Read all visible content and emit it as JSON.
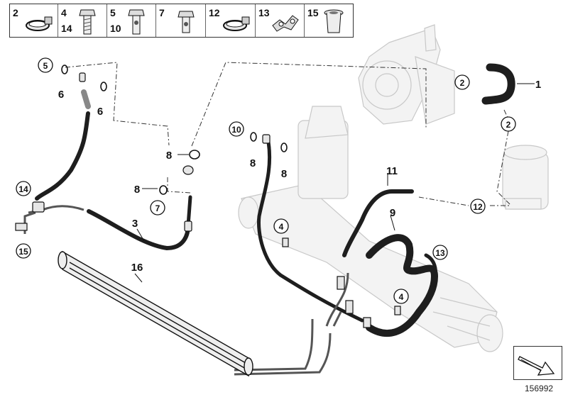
{
  "legend": [
    {
      "numbers": [
        "2"
      ],
      "icon": "hose-clamp-icon"
    },
    {
      "numbers": [
        "4",
        "14"
      ],
      "icon": "hex-bolt-icon"
    },
    {
      "numbers": [
        "5",
        "10"
      ],
      "icon": "banjo-bolt-icon"
    },
    {
      "numbers": [
        "7"
      ],
      "icon": "hollow-bolt-icon"
    },
    {
      "numbers": [
        "12"
      ],
      "icon": "hose-clamp-icon"
    },
    {
      "numbers": [
        "13"
      ],
      "icon": "holder-clip-icon"
    },
    {
      "numbers": [
        "15"
      ],
      "icon": "rivet-nut-icon"
    }
  ],
  "callouts": {
    "c1": "1",
    "c2a": "2",
    "c2b": "2",
    "c3": "3",
    "c4a": "4",
    "c4b": "4",
    "c5": "5",
    "c6a": "6",
    "c6b": "6",
    "c7": "7",
    "c8a": "8",
    "c8b": "8",
    "c8c": "8",
    "c8d": "8",
    "c9": "9",
    "c10": "10",
    "c11": "11",
    "c12": "12",
    "c13": "13",
    "c14": "14",
    "c15": "15",
    "c16": "16"
  },
  "diagram_number": "156992",
  "colors": {
    "line": "#111111",
    "hose": "#2a2a2a",
    "ghost_part": "#d0d0d0",
    "ghost_fill": "#f2f2f2"
  }
}
